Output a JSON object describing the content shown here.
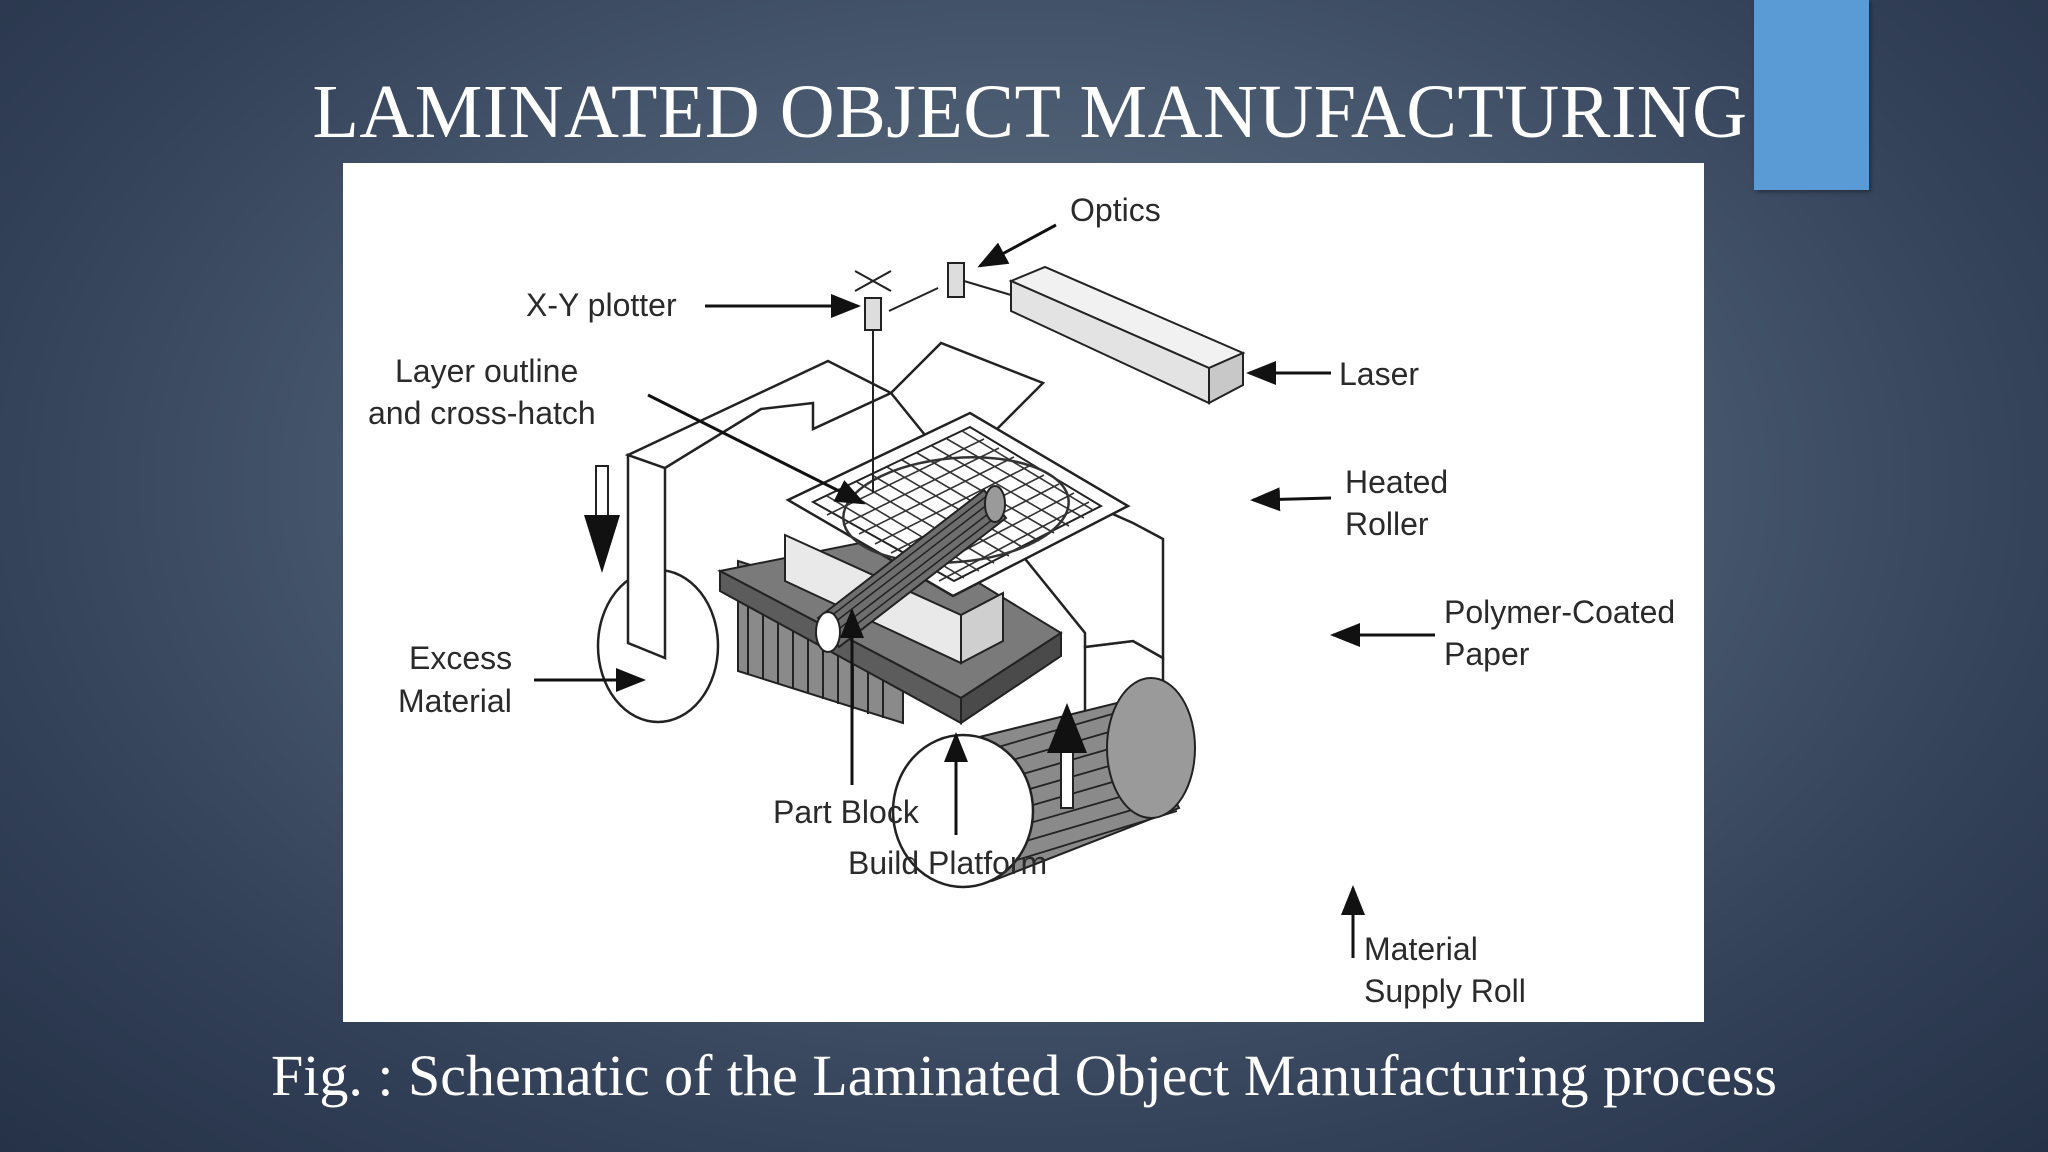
{
  "slide": {
    "title": "LAMINATED OBJECT MANUFACTURING",
    "caption": "Fig. : Schematic of the Laminated Object Manufacturing process",
    "accent_color": "#5b9bd5",
    "background_color": "#4e5f74"
  },
  "diagram": {
    "labels": {
      "optics": "Optics",
      "xy_plotter": "X-Y plotter",
      "layer_outline_1": "Layer outline",
      "layer_outline_2": "and cross-hatch",
      "laser": "Laser",
      "heated_roller_1": "Heated",
      "heated_roller_2": "Roller",
      "polymer_paper_1": "Polymer-Coated",
      "polymer_paper_2": "Paper",
      "excess_material_1": "Excess",
      "excess_material_2": "Material",
      "part_block": "Part Block",
      "build_platform": "Build Platform",
      "supply_roll_1": "Material",
      "supply_roll_2": "Supply Roll"
    }
  }
}
